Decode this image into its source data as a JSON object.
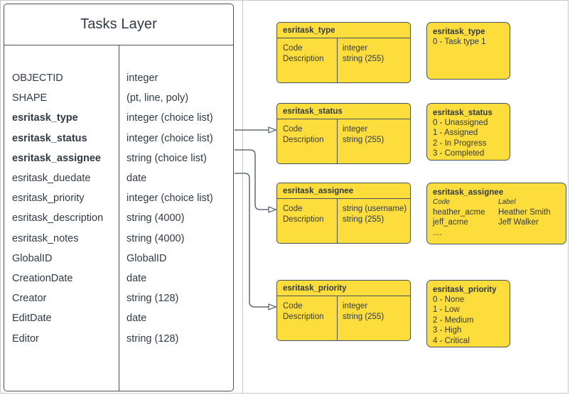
{
  "diagram": {
    "title": "Tasks Layer",
    "entity": {
      "name": "Tasks Layer",
      "fields": [
        {
          "name": "OBJECTID",
          "type": "integer",
          "bold": false
        },
        {
          "name": "SHAPE",
          "type": "(pt, line, poly)",
          "bold": false
        },
        {
          "name": "esritask_type",
          "type": "integer (choice list)",
          "bold": true
        },
        {
          "name": "esritask_status",
          "type": "integer (choice list)",
          "bold": true
        },
        {
          "name": "esritask_assignee",
          "type": "string (choice list)",
          "bold": true
        },
        {
          "name": "esritask_duedate",
          "type": "date",
          "bold": false
        },
        {
          "name": "esritask_priority",
          "type": "integer (choice list)",
          "bold": false
        },
        {
          "name": "esritask_description",
          "type": "string (4000)",
          "bold": false
        },
        {
          "name": "esritask_notes",
          "type": "string (4000)",
          "bold": false
        },
        {
          "name": "GlobalID",
          "type": "GlobalID",
          "bold": false
        },
        {
          "name": "CreationDate",
          "type": "date",
          "bold": false
        },
        {
          "name": "Creator",
          "type": "string (128)",
          "bold": false
        },
        {
          "name": "EditDate",
          "type": "date",
          "bold": false
        },
        {
          "name": "Editor",
          "type": "string (128)",
          "bold": false
        }
      ]
    },
    "schema_boxes": [
      {
        "id": "type",
        "header": "esritask_type",
        "left_lines": [
          "Code",
          "Description"
        ],
        "right_lines": [
          "integer",
          "string (255)"
        ]
      },
      {
        "id": "status",
        "header": "esritask_status",
        "left_lines": [
          "Code",
          "Description"
        ],
        "right_lines": [
          "integer",
          "string (255)"
        ]
      },
      {
        "id": "assignee",
        "header": "esritask_assignee",
        "left_lines": [
          "Code",
          "Description"
        ],
        "right_lines": [
          "string  (username)",
          "string (255)"
        ]
      },
      {
        "id": "priority",
        "header": "esritask_priority",
        "left_lines": [
          "Code",
          "Description"
        ],
        "right_lines": [
          "integer",
          "string (255)"
        ]
      }
    ],
    "value_boxes": [
      {
        "id": "type-values",
        "title": "esritask_type",
        "lines": [
          "0 - Task type 1"
        ]
      },
      {
        "id": "status-values",
        "title": "esritask_status",
        "lines": [
          "0 - Unassigned",
          "1 - Assigned",
          "2 - In Progress",
          "3 - Completed"
        ]
      },
      {
        "id": "assignee-values",
        "title": "esritask_assignee",
        "col_headers": {
          "code": "Code",
          "label": "Label"
        },
        "pairs": [
          {
            "code": "heather_acme",
            "label": "Heather Smith"
          },
          {
            "code": "jeff_acme",
            "label": "Jeff Walker"
          }
        ],
        "ellipsis": "...."
      },
      {
        "id": "priority-values",
        "title": "esritask_priority",
        "lines": [
          "0 - None",
          "1 - Low",
          "2 - Medium",
          "3 - High",
          "4 - Critical"
        ]
      }
    ],
    "connections": [
      {
        "from": "esritask_status",
        "to": "esritask_status box"
      },
      {
        "from": "esritask_assignee",
        "to": "esritask_assignee box"
      },
      {
        "from": "esritask_priority",
        "to": "esritask_priority box"
      }
    ],
    "colors": {
      "domain_fill": "#FCDD3C",
      "stroke": "#46525E",
      "text": "#303A45",
      "frame": "#C8C8C8",
      "background": "#FFFFFF"
    }
  }
}
